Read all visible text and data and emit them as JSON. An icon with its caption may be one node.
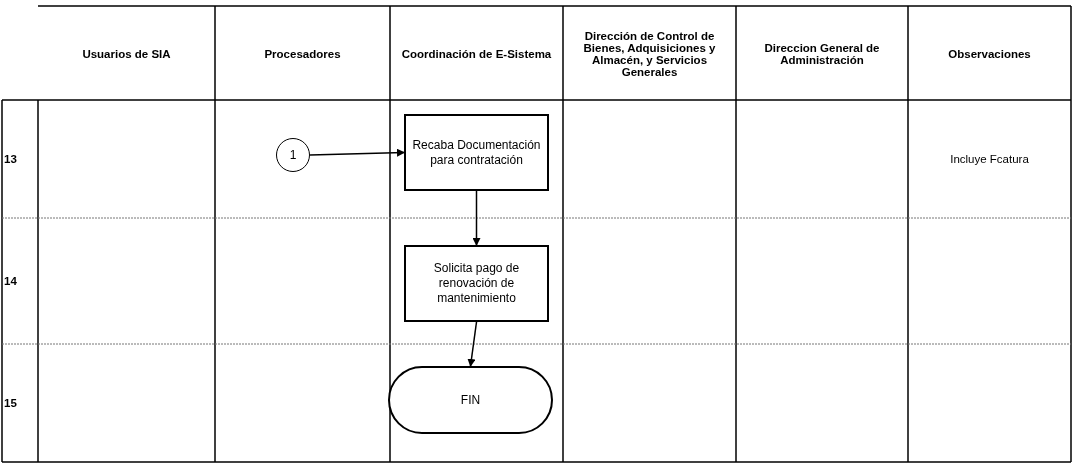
{
  "diagram": {
    "nodes": [
      {
        "text": [
          "1"
        ]
      },
      {
        "text": [
          "Recaba Documentación para contratación"
        ]
      },
      {
        "text": [
          "Solicita pago de renovación de mantenimiento"
        ]
      },
      {
        "text": [
          "FIN"
        ]
      }
    ],
    "edges": [
      {
        "from": 0,
        "to": 1,
        "arrow": "to"
      },
      {
        "from": 1,
        "to": 2,
        "arrow": "to"
      },
      {
        "from": 2,
        "to": 3,
        "arrow": "to"
      }
    ],
    "labels": [
      "Usuarios de SIA",
      "Procesadores",
      "Coordinación de E-Sistema",
      "Dirección de Control de Bienes, Adquisiciones y Almacén, y Servicios Generales",
      "Direccion General de Administración",
      "Observaciones",
      "13",
      "Incluye Fcatura",
      "14",
      "15"
    ]
  }
}
